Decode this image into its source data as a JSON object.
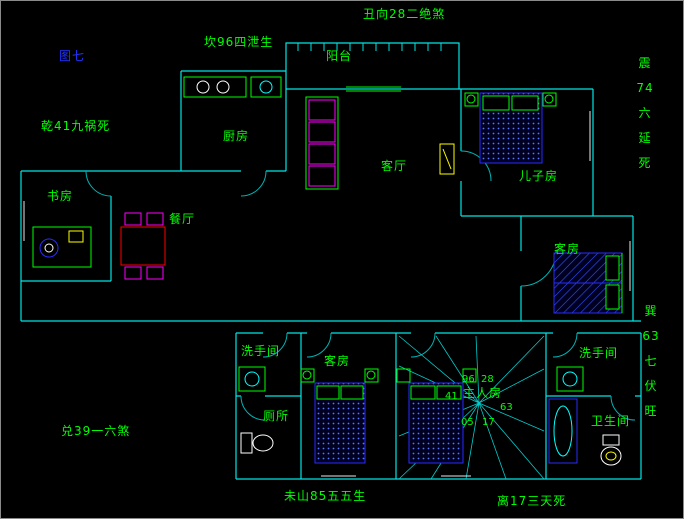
{
  "figure_label": "图七",
  "compass": {
    "top": "丑向28二绝煞",
    "top_left": "坎96四泄生",
    "left_upper": "乾41九祸死",
    "right_upper": "震\n74\n六\n延\n死",
    "right_lower": "巽\n63\n七\n伏\n旺",
    "left_lower": "兑39一六煞",
    "bottom_left": "未山85五五生",
    "bottom_right": "离17三天死"
  },
  "rooms": {
    "balcony": "阳台",
    "kitchen": "厨房",
    "living_room": "客厅",
    "son_room": "儿子房",
    "study": "书房",
    "dining_room": "餐厅",
    "guest_room_right": "客房",
    "washroom_left": "洗手间",
    "guest_room_lower": "客房",
    "toilet": "厕所",
    "master_room": "主人房",
    "washroom_right": "洗手间",
    "bathroom": "卫生间"
  },
  "center_numbers": {
    "n96": "96",
    "n28": "28",
    "n41": "41",
    "n63": "63",
    "n05": "05",
    "n17": "17"
  },
  "colors": {
    "wall": "#00ffff",
    "text": "#00ff00",
    "figure_label": "#2233ff",
    "bed": "#2a2aff",
    "sofa": "#ff00ff",
    "table": "#ff0000",
    "tv": "#ffff00"
  }
}
